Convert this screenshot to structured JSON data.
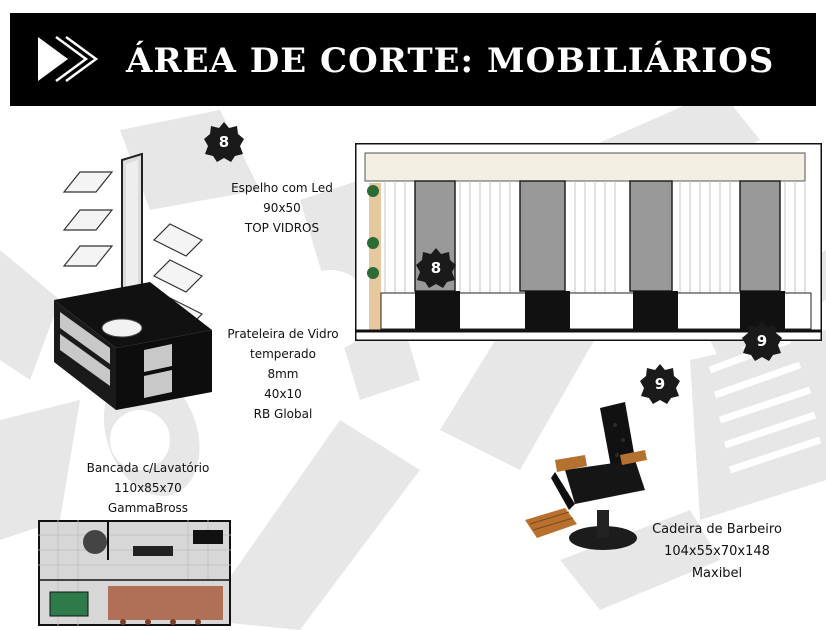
{
  "header": {
    "title": "ÁREA DE CORTE: MOBILIÁRIOS",
    "icon": "double-chevron-play-icon"
  },
  "badges": {
    "b1": "8",
    "b2": "8",
    "b3": "9",
    "b4": "9"
  },
  "labels": {
    "espelho": [
      "Espelho com Led",
      "90x50",
      "TOP VIDROS"
    ],
    "prateleira": [
      "Prateleira de Vidro",
      "temperado",
      "8mm",
      "40x10",
      "RB Global"
    ],
    "bancada": [
      "Bancada c/Lavatório",
      "110x85x70",
      "GammaBross"
    ],
    "cadeira": [
      "Cadeira de Barbeiro",
      "104x55x70x148",
      "Maxibel"
    ]
  },
  "colors": {
    "header_bg": "#000000",
    "title": "#ffffff",
    "badge": "#1a1a1a",
    "watermark": "#e6e6e6"
  }
}
